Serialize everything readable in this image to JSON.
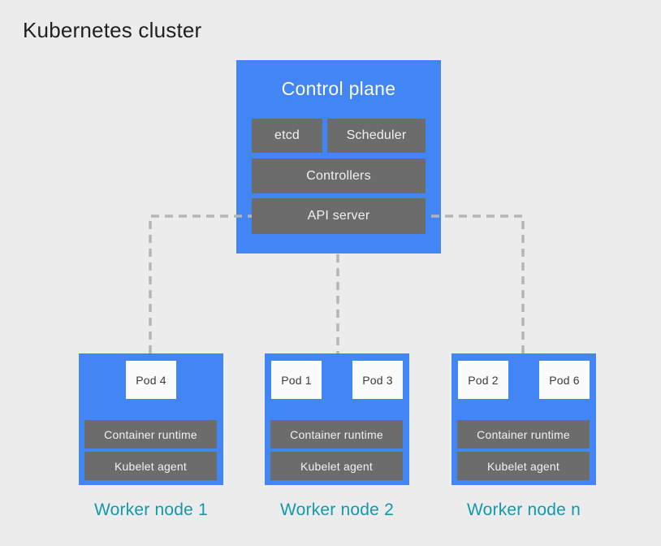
{
  "page": {
    "title": "Kubernetes cluster"
  },
  "colors": {
    "background": "#ececec",
    "node_blue": "#4285f4",
    "component_gray": "#6c6c6c",
    "pod_white": "#fbfbfb",
    "connector_gray": "#b5b5b5",
    "worker_label_teal": "#1398ac",
    "title_dark": "#212121",
    "text_white": "#f1f1f1"
  },
  "control_plane": {
    "title": "Control plane",
    "components": [
      "etcd",
      "Scheduler",
      "Controllers",
      "API server"
    ]
  },
  "worker_nodes": [
    {
      "label": "Worker node 1",
      "pods": [
        "Pod 4"
      ],
      "layers": [
        "Container runtime",
        "Kubelet agent"
      ]
    },
    {
      "label": "Worker node 2",
      "pods": [
        "Pod 1",
        "Pod 3"
      ],
      "layers": [
        "Container runtime",
        "Kubelet agent"
      ]
    },
    {
      "label": "Worker node n",
      "pods": [
        "Pod 2",
        "Pod 6"
      ],
      "layers": [
        "Container runtime",
        "Kubelet agent"
      ]
    }
  ]
}
